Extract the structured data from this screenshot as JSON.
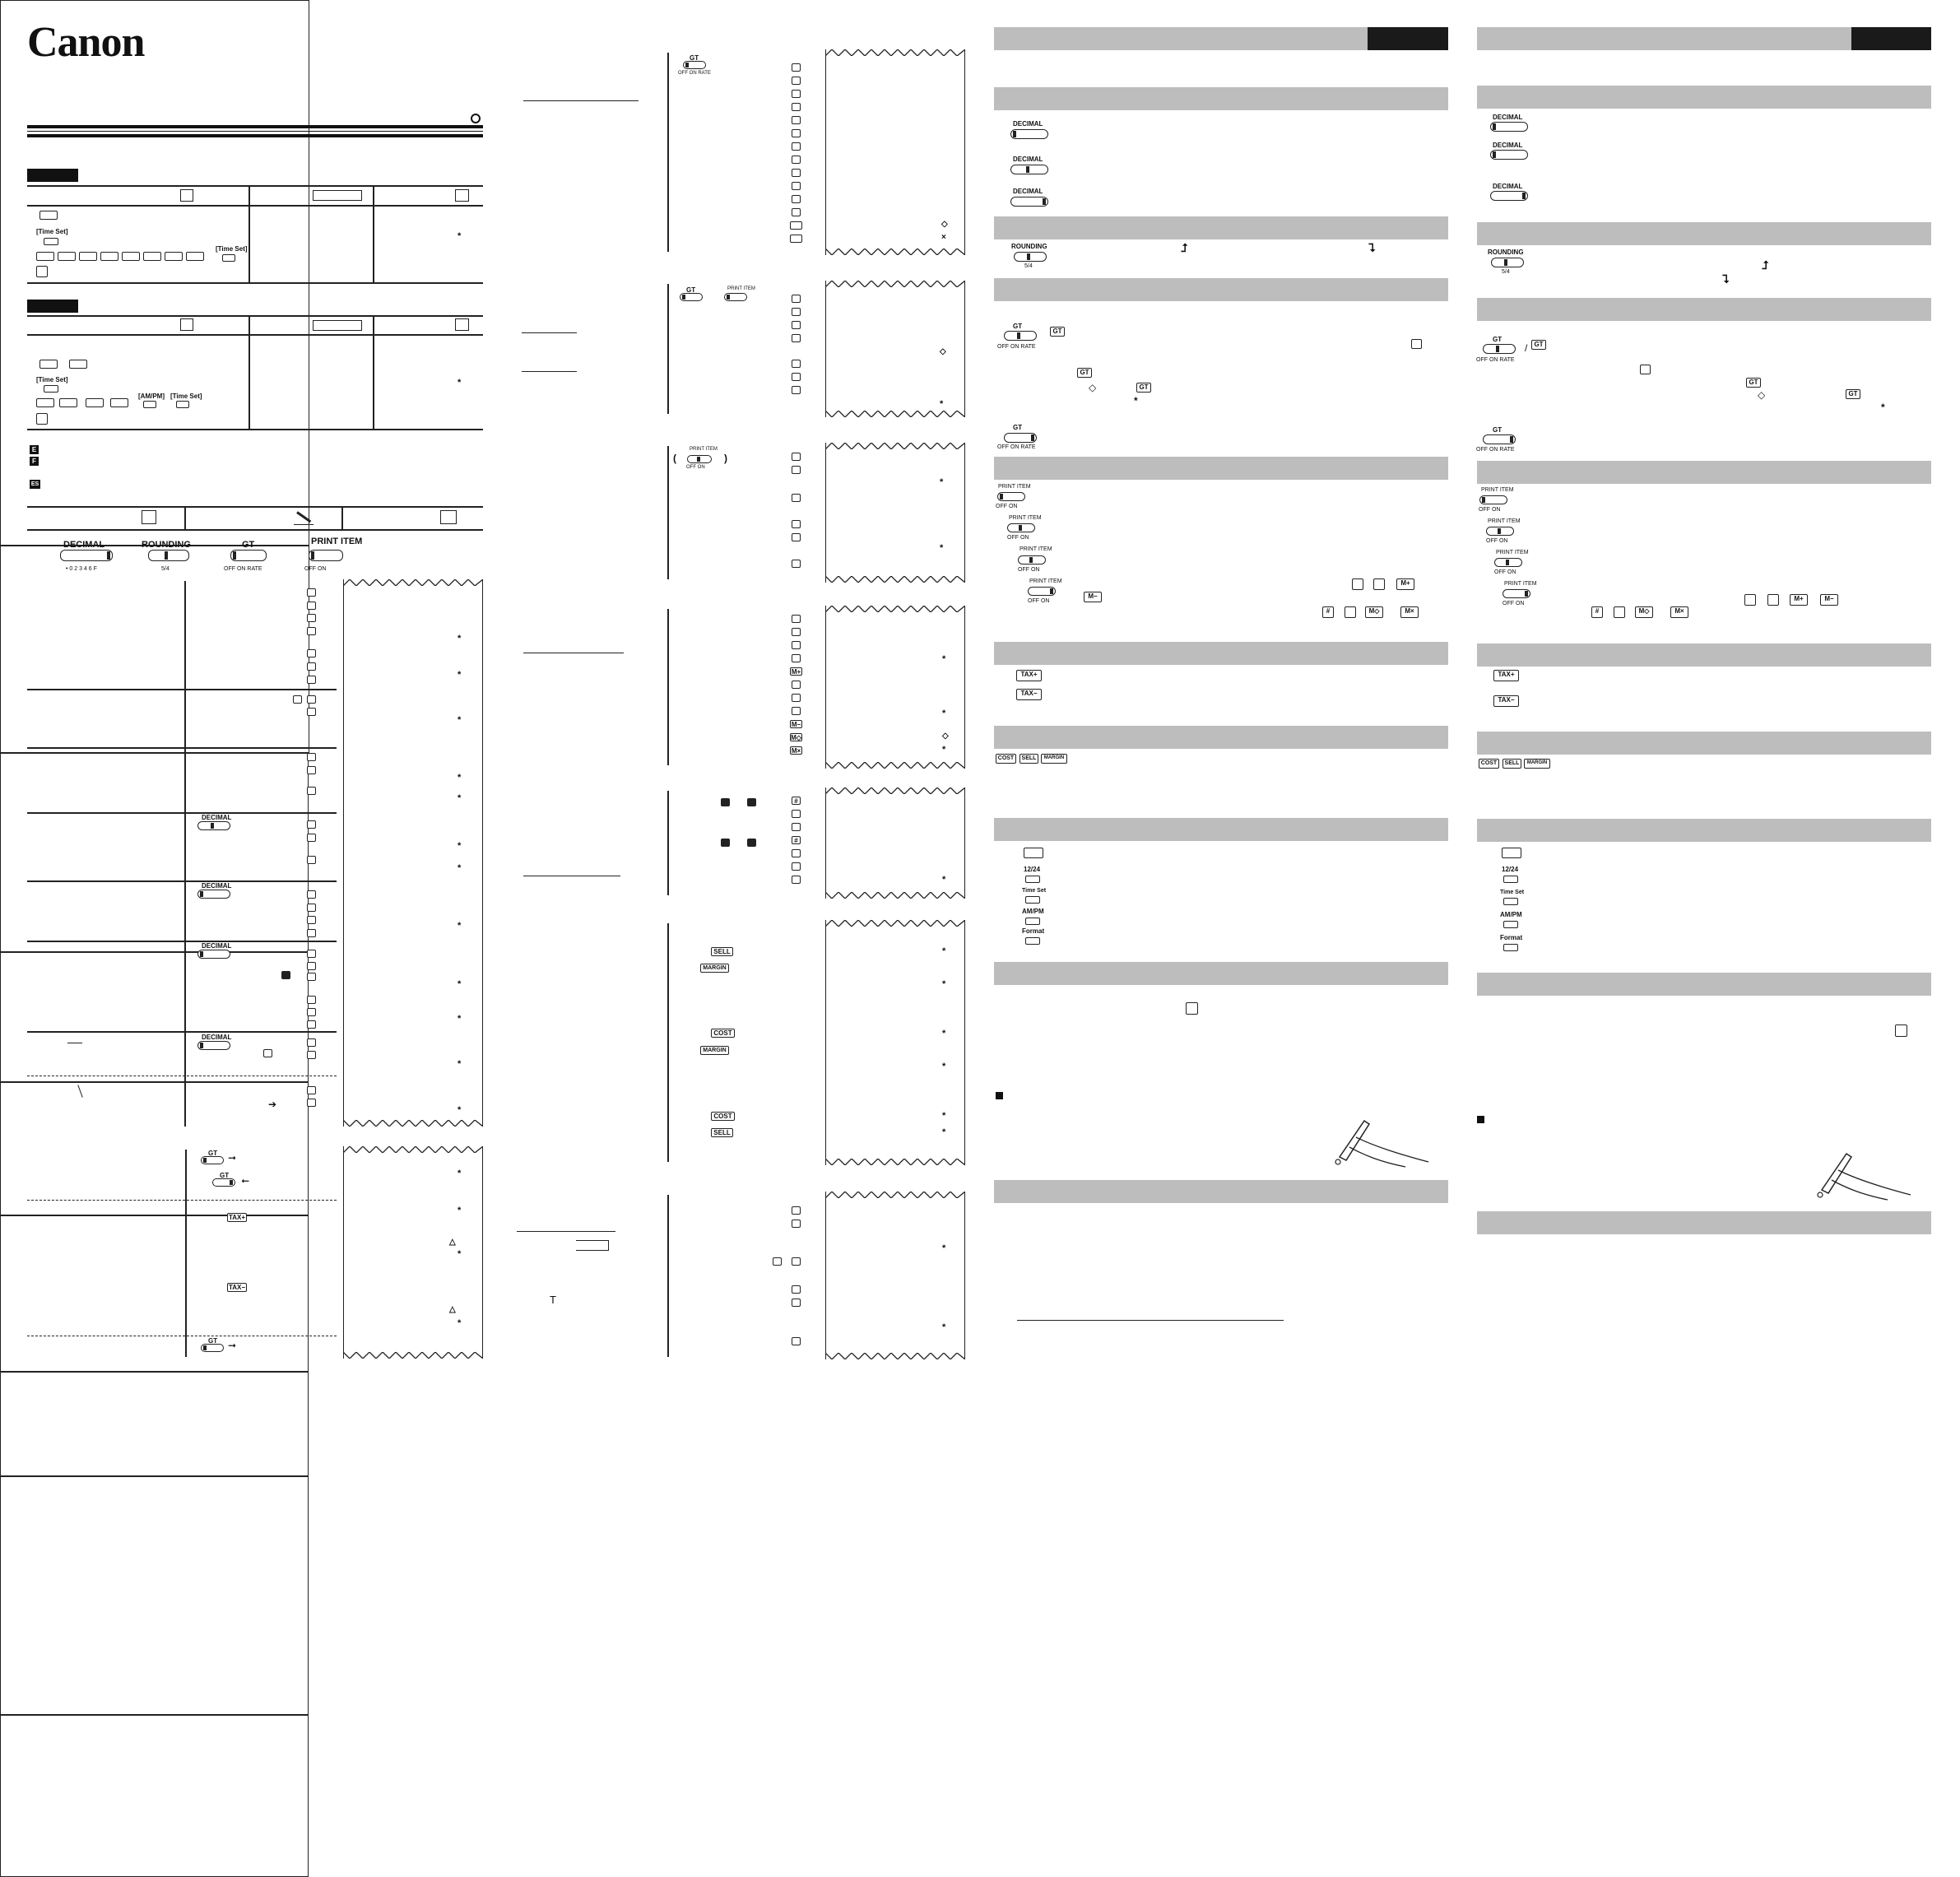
{
  "brand": {
    "logo": "Canon"
  },
  "left_panel": {
    "keys": {
      "time_set": "[Time Set]",
      "am_pm": "[AM/PM]",
      "time_set_2": "[Time Set]"
    },
    "lang_markers": [
      "E",
      "F",
      "ES"
    ]
  },
  "switches": {
    "decimal": "DECIMAL",
    "decimal_scale": "• 0 2 3 4 6 F",
    "rounding": "ROUNDING",
    "rounding_scale": "5/4",
    "gt": "GT",
    "gt_scale": "OFF  ON RATE",
    "print_item": "PRINT ITEM",
    "print_scale": "OFF ON"
  },
  "keys": {
    "tax_plus": "TAX+",
    "tax_minus": "TAX−",
    "sell": "SELL",
    "margin": "MARGIN",
    "cost": "COST",
    "gt_key": "GT",
    "mem_plus": "M+",
    "mem_minus": "M−",
    "mem_recall": "M◇",
    "mem_clear": "M×",
    "clock_12_24": "12/24",
    "time_set": "Time Set",
    "am_pm": "AM/PM",
    "format": "Format",
    "hash": "#"
  },
  "tape_marks": {
    "star": "*",
    "diamond": "◇",
    "cross": "×",
    "triangle": "△"
  },
  "colors": {
    "section_bar": "#bdbdbd",
    "section_tab": "#1a1a1a",
    "ink": "#111111"
  }
}
